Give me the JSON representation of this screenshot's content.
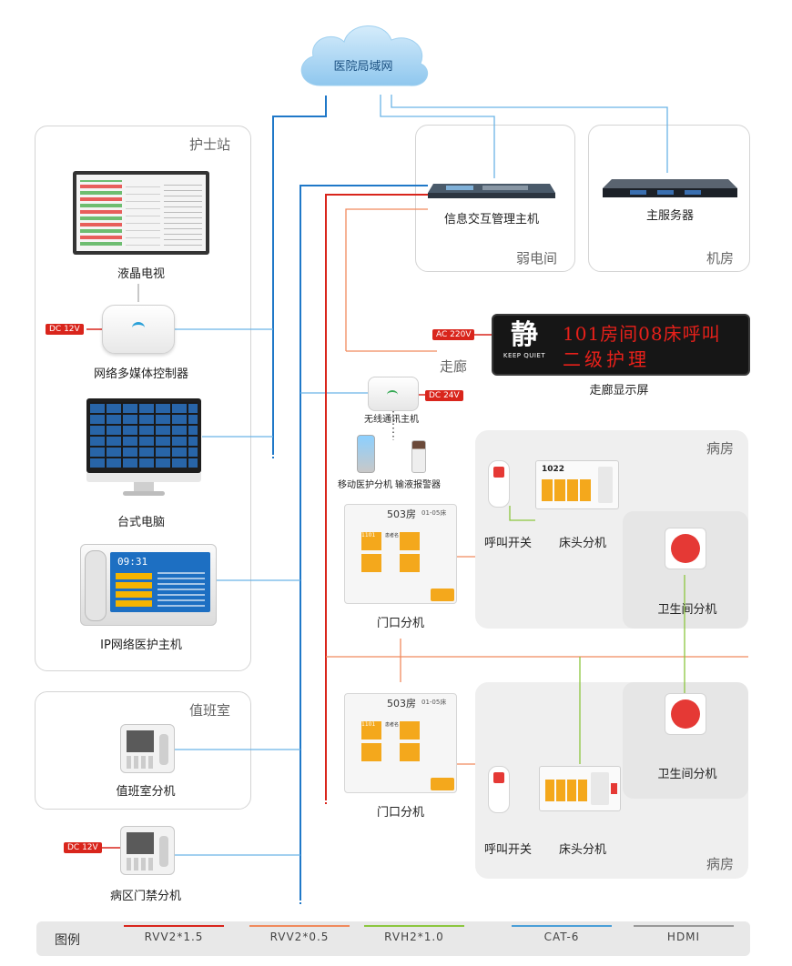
{
  "network": {
    "label": "医院局域网"
  },
  "zones": {
    "nurse_station": "护士站",
    "weak_room": "弱电间",
    "machine_room": "机房",
    "corridor": "走廊",
    "ward_top": "病房",
    "duty_room": "值班室",
    "ward_bottom": "病房"
  },
  "devices": {
    "lcd_tv": "液晶电视",
    "media_controller": "网络多媒体控制器",
    "desktop_pc": "台式电脑",
    "ip_nurse_host": "IP网络医护主机",
    "info_host": "信息交互管理主机",
    "main_server": "主服务器",
    "corridor_screen": "走廊显示屏",
    "wireless_host": "无线通讯主机",
    "mobile_terminal": "移动医护分机",
    "infusion_alarm": "输液报警器",
    "door_unit_1": "门口分机",
    "door_unit_2": "门口分机",
    "call_switch_1": "呼叫开关",
    "bedside_unit_1": "床头分机",
    "toilet_unit_1": "卫生间分机",
    "toilet_unit_2": "卫生间分机",
    "call_switch_2": "呼叫开关",
    "bedside_unit_2": "床头分机",
    "duty_unit": "值班室分机",
    "access_unit": "病区门禁分机"
  },
  "power_tags": {
    "controller": "DC 12V",
    "corridor_screen": "AC 220V",
    "wireless_host": "DC 24V",
    "access_unit": "DC 12V"
  },
  "corridor_screen": {
    "keep_quiet_char": "静",
    "keep_quiet_text": "KEEP QUIET",
    "line1": "101房间08床呼叫",
    "line2": "二级护理"
  },
  "door_panel": {
    "room": "503房",
    "beds": "01-05床",
    "cell_num": "1101",
    "cell_text": "患者名"
  },
  "bedside_screen": {
    "room_num": "1022"
  },
  "ip_host_screen": {
    "time": "09:31"
  },
  "legend": {
    "title": "图例",
    "items": [
      {
        "label": "RVV2*1.5",
        "color": "#d9251c"
      },
      {
        "label": "RVV2*0.5",
        "color": "#f08a5d"
      },
      {
        "label": "RVH2*1.0",
        "color": "#8cc63f"
      },
      {
        "label": "CAT-6",
        "color": "#4a9fd8"
      },
      {
        "label": "HDMI",
        "color": "#999999"
      }
    ]
  },
  "colors": {
    "cat6": "#1f78c8",
    "cat6_light": "#6bb4e6",
    "rvv15": "#d9251c",
    "rvv05": "#f08a5d",
    "hdmi": "#aaaaaa"
  }
}
